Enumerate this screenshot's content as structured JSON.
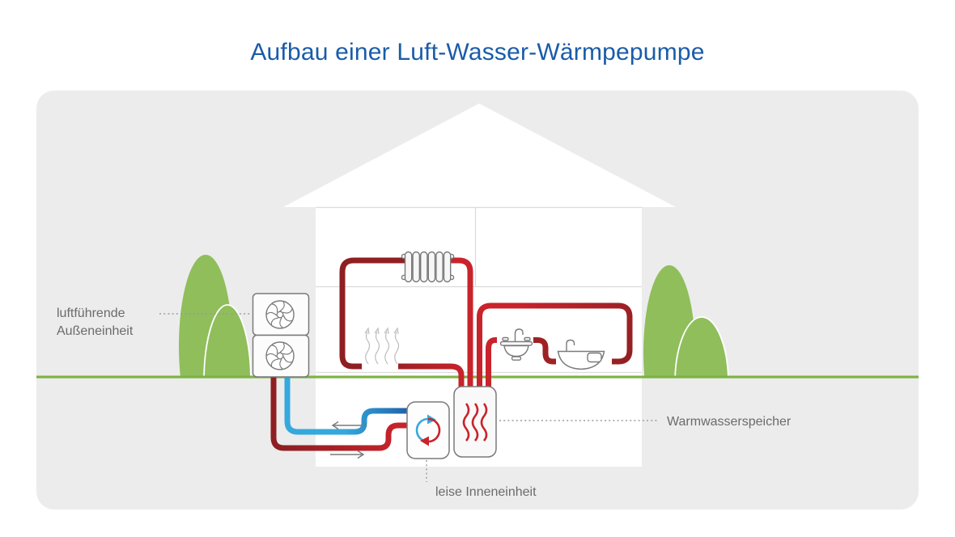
{
  "title": "Aufbau einer Luft-Wasser-Wärmpepumpe",
  "labels": {
    "outdoor_unit_line1": "luftführende",
    "outdoor_unit_line2": "Außeneinheit",
    "water_tank": "Warmwasserspeicher",
    "indoor_unit": "leise Inneneinheit"
  },
  "icons": {
    "outdoor_fans": "fan-icon",
    "radiator": "radiator-icon",
    "sink": "sink-icon",
    "bathtub": "bathtub-icon",
    "refrigerant_cycle": "refrigerant-cycle-icon",
    "tank_heat_waves": "heat-waves-icon",
    "floor_heat_waves": "rising-heat-icon"
  },
  "colors": {
    "title_blue": "#1A5CA8",
    "panel_gray": "#ECECEC",
    "tree_green": "#8FBE5B",
    "ground_green": "#7EB344",
    "pipe_hot_red": "#C9232B",
    "pipe_return_maroon": "#8E1F22",
    "pipe_mid_red": "#9E2124",
    "pipe_cold_light_blue": "#35A9DC",
    "pipe_cold_dark_blue": "#2166AE",
    "outline_gray": "#7A7A7A",
    "line_light_gray": "#DCDCDC",
    "label_gray": "#6B6B6B",
    "house_white": "#FFFFFF",
    "dotted_gray": "#9C9C9C"
  }
}
